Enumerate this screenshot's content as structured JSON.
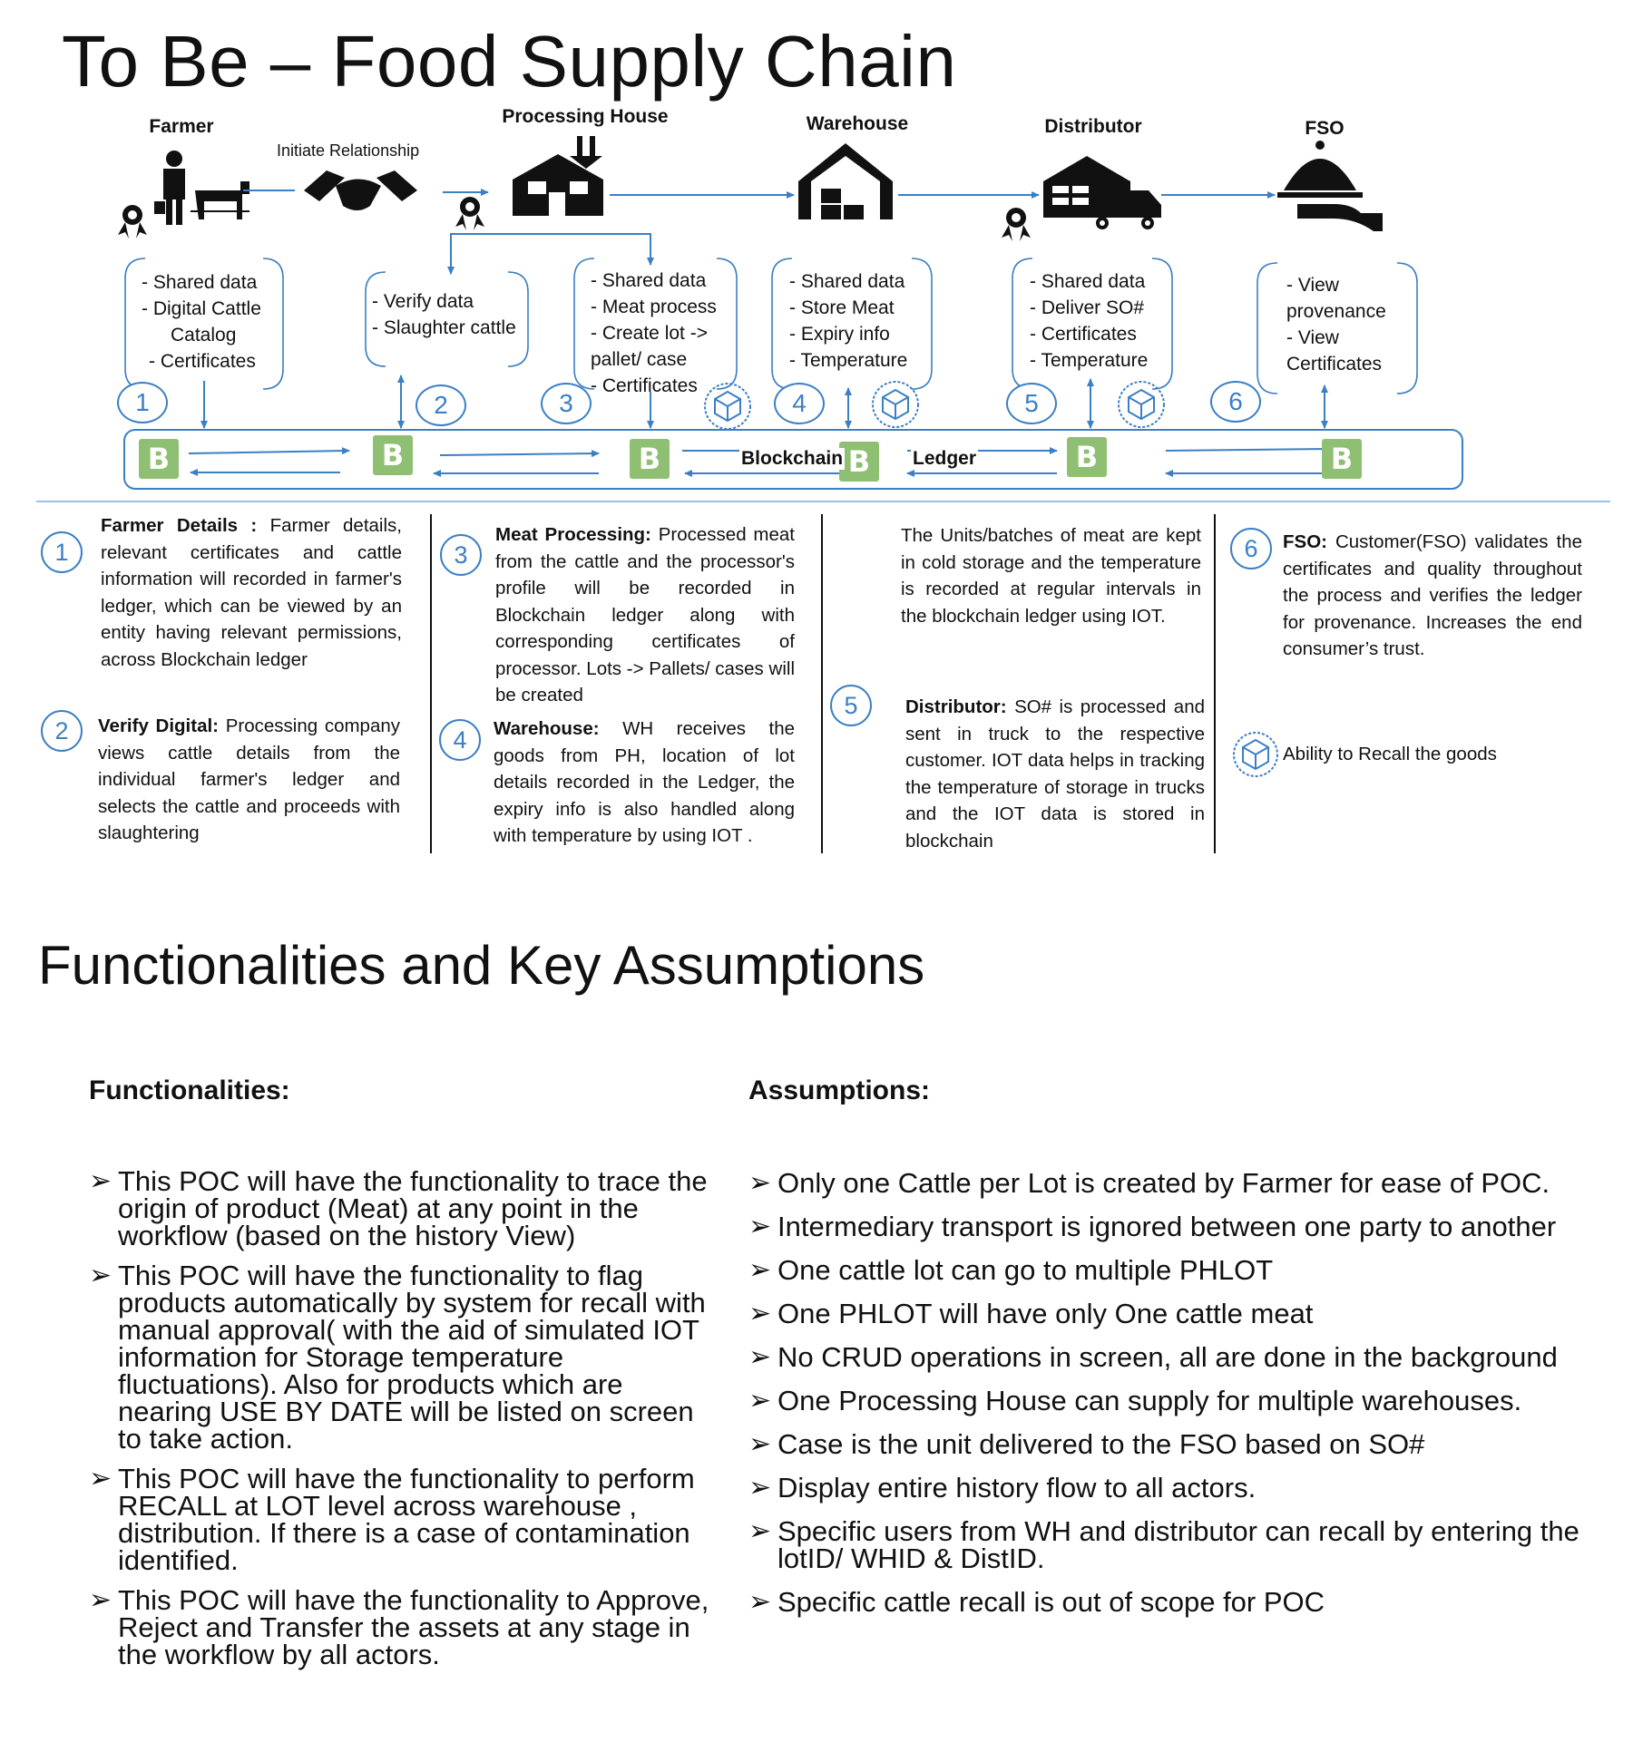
{
  "title": "To Be – Food Supply Chain",
  "actors": {
    "farmer": "Farmer",
    "processing_house": "Processing House",
    "warehouse": "Warehouse",
    "distributor": "Distributor",
    "fso": "FSO"
  },
  "relationship_label": "Initiate Relationship",
  "bubbles": {
    "b1": [
      "- Shared data",
      "- Digital Cattle",
      "Catalog",
      "- Certificates"
    ],
    "b2": [
      "- Verify data",
      "- Slaughter cattle"
    ],
    "b3": [
      "- Shared data",
      "- Meat process",
      "- Create lot ->",
      "pallet/ case",
      "- Certificates"
    ],
    "b4": [
      "- Shared data",
      "- Store Meat",
      "- Expiry info",
      "- Temperature"
    ],
    "b5": [
      "- Shared data",
      "- Deliver SO#",
      "- Certificates",
      "- Temperature"
    ],
    "b6": [
      "- View",
      "provenance",
      "- View",
      "Certificates"
    ]
  },
  "step_numbers": [
    "1",
    "2",
    "3",
    "4",
    "5",
    "6"
  ],
  "ledger": {
    "left": "Blockchain",
    "right": "Ledger",
    "icon_glyph": "B"
  },
  "descriptions": {
    "d1_title": "Farmer Details :",
    "d1_text": "Farmer details, relevant certificates and cattle information will recorded in farmer's ledger,  which can be viewed by an entity having relevant permissions, across Blockchain ledger",
    "d2_title": "Verify Digital:",
    "d2_text": "Processing company views cattle details from the individual farmer's ledger and selects the cattle and proceeds with slaughtering",
    "d3_title": "Meat Processing:",
    "d3_text": "Processed meat from the cattle and the processor's profile will be recorded in Blockchain ledger along with corresponding certificates of processor. Lots -> Pallets/ cases will be created",
    "d4_title": "Warehouse:",
    "d4_text": "WH receives the goods from PH, location of lot details recorded in the Ledger, the expiry info is also handled along with temperature by using IOT .",
    "d4b_text": "The Units/batches of meat are kept in cold storage and the temperature is recorded at regular intervals in the blockchain ledger using IOT.",
    "d5_title": "Distributor:",
    "d5_text": "SO# is processed and sent in truck to the respective customer. IOT data helps in tracking the temperature of  storage in trucks and the IOT data is stored in blockchain",
    "d6_title": "FSO:",
    "d6_text": "Customer(FSO) validates the certificates and quality throughout the process and verifies the ledger for provenance. Increases the end consumer’s trust.",
    "recall": "Ability to Recall the goods"
  },
  "section2_title": "Functionalities and Key Assumptions",
  "functionalities": {
    "heading": "Functionalities:",
    "items": [
      "This POC will have the functionality to trace the origin of product (Meat) at any point in the workflow (based on the history View)",
      "This POC will have the functionality to flag products automatically by system for recall with manual approval( with the aid of simulated IOT information for Storage temperature fluctuations). Also for products which are nearing USE BY DATE will be listed on screen to take action.",
      "This POC will have the functionality to perform RECALL at LOT level across warehouse , distribution. If there is a case of contamination identified.",
      "This POC will have the functionality to Approve, Reject  and Transfer the assets at any stage in the workflow by all actors."
    ]
  },
  "assumptions": {
    "heading": "Assumptions:",
    "items": [
      "Only one Cattle per Lot is created by Farmer for ease of POC.",
      "Intermediary transport is ignored between one party to another",
      "One cattle lot can go to multiple PHLOT",
      "One PHLOT will have only One cattle meat",
      "No CRUD operations in screen, all are done in the background",
      "One Processing House can supply for multiple warehouses.",
      "Case is the unit delivered to the FSO based on SO#",
      "Display entire history flow to all actors.",
      "Specific users from WH and distributor can recall by entering the lotID/ WHID & DistID.",
      "Specific cattle recall is out of scope for POC"
    ]
  },
  "bullet_glyph": "➢",
  "colors": {
    "accent": "#3b7fc4",
    "blockchain_icon": "#8fbf72"
  }
}
